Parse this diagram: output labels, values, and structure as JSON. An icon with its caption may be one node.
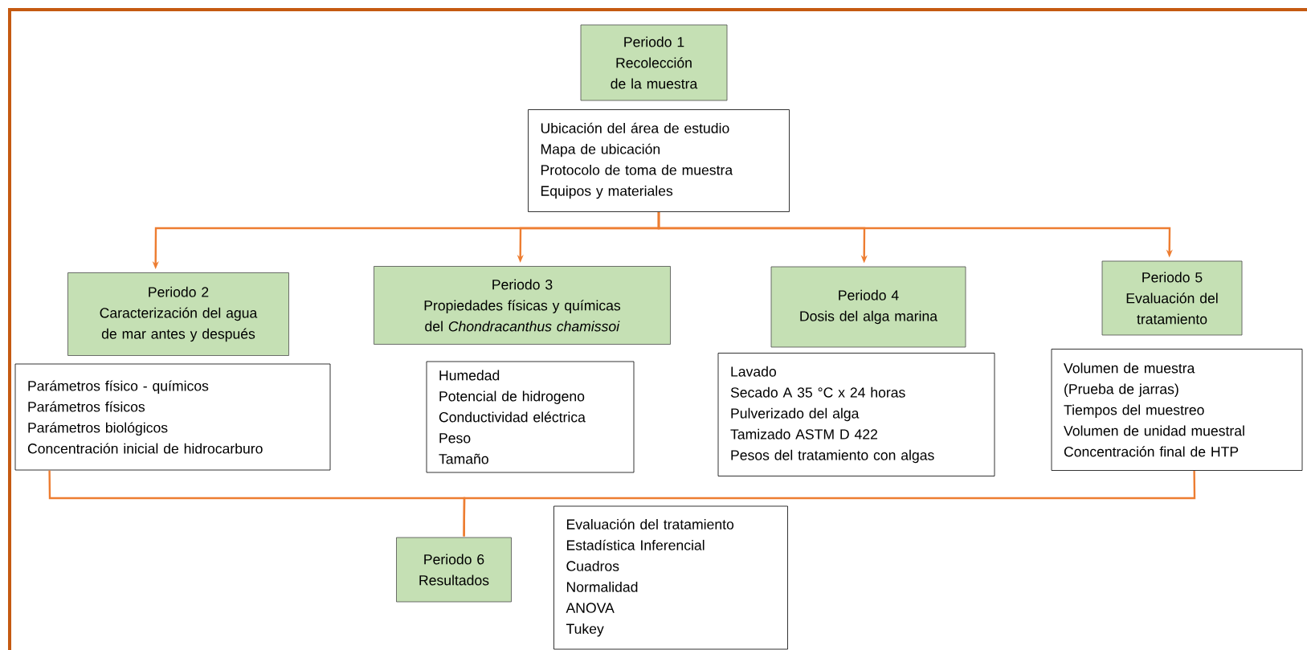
{
  "diagram": {
    "nodes": [
      {
        "text": [
          "Periodo 1",
          "Recolección de la muestra"
        ]
      },
      {
        "text": [
          "Ubicación del área de estudio",
          "Mapa de ubicación",
          "Protocolo de toma de muestra",
          "Equipos y materiales"
        ]
      },
      {
        "text": [
          "Periodo 2",
          "Caracterización del agua de mar antes y después"
        ]
      },
      {
        "text": [
          "Parámetros físico - químicos",
          "Parámetros físicos",
          "Parámetros biológicos",
          "Concentración inicial de hidrocarburo"
        ]
      },
      {
        "text": [
          "Periodo 3",
          "Propiedades físicas y químicas del *Chondracanthus chamissoi*"
        ]
      },
      {
        "text": [
          "Humedad",
          "Potencial de hidrogeno",
          "Conductividad eléctrica",
          "Peso",
          "Tamaño"
        ]
      },
      {
        "text": [
          "Periodo 4",
          "Dosis del alga marina"
        ]
      },
      {
        "text": [
          "Lavado",
          "Secado A 35 °C x 24 horas",
          "Pulverizado del alga",
          "Tamizado ASTM D 422",
          "Pesos del tratamiento con algas"
        ]
      },
      {
        "text": [
          "Periodo 5",
          "Evaluación del tratamiento"
        ]
      },
      {
        "text": [
          "Volumen de muestra",
          "(Prueba de jarras)",
          "Tiempos del muestreo",
          "Volumen de unidad muestral",
          "Concentración final de HTP"
        ]
      },
      {
        "text": [
          "Periodo 6",
          "Resultados"
        ]
      },
      {
        "text": [
          "Evaluación del tratamiento",
          "Estadística Inferencial",
          "Cuadros",
          "Normalidad",
          "ANOVA",
          "Tukey"
        ]
      }
    ],
    "edges": [
      {
        "from": 1,
        "to": 2,
        "arrow": "to"
      },
      {
        "from": 1,
        "to": 4,
        "arrow": "to"
      },
      {
        "from": 1,
        "to": 6,
        "arrow": "to"
      },
      {
        "from": 1,
        "to": 8,
        "arrow": "to"
      },
      {
        "from": 3,
        "to": 10,
        "arrow": "none"
      },
      {
        "from": 9,
        "to": 10,
        "arrow": "none"
      }
    ]
  }
}
